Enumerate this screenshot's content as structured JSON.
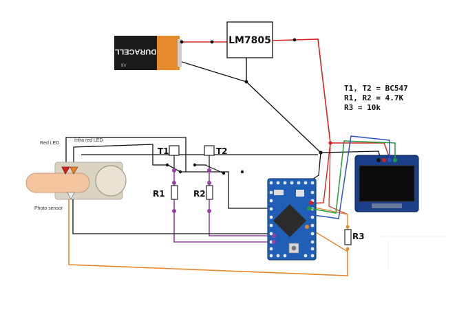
{
  "regulator": {
    "label": "LM7805"
  },
  "battery": {
    "brand": "DURACELL",
    "voltage": "9V"
  },
  "transistors": {
    "t1": "T1",
    "t2": "T2"
  },
  "resistors": {
    "r1": "R1",
    "r2": "R2",
    "r3": "R3"
  },
  "notes": [
    "T1, T2 = BC547",
    "R1, R2 = 4.7K",
    "R3 = 10k"
  ],
  "sensor": {
    "red_led": "Red LED",
    "ir_led": "Infra red LED",
    "photo_sensor": "Photo sensor"
  },
  "colors": {
    "wire_red": "#d62020",
    "wire_black": "#111111",
    "wire_purple": "#9b3fa8",
    "wire_orange": "#e8862a",
    "wire_green": "#1f9e3a",
    "wire_blue": "#2a52c9",
    "board": "#1f5fb5",
    "oled": "#1c3f8a"
  }
}
